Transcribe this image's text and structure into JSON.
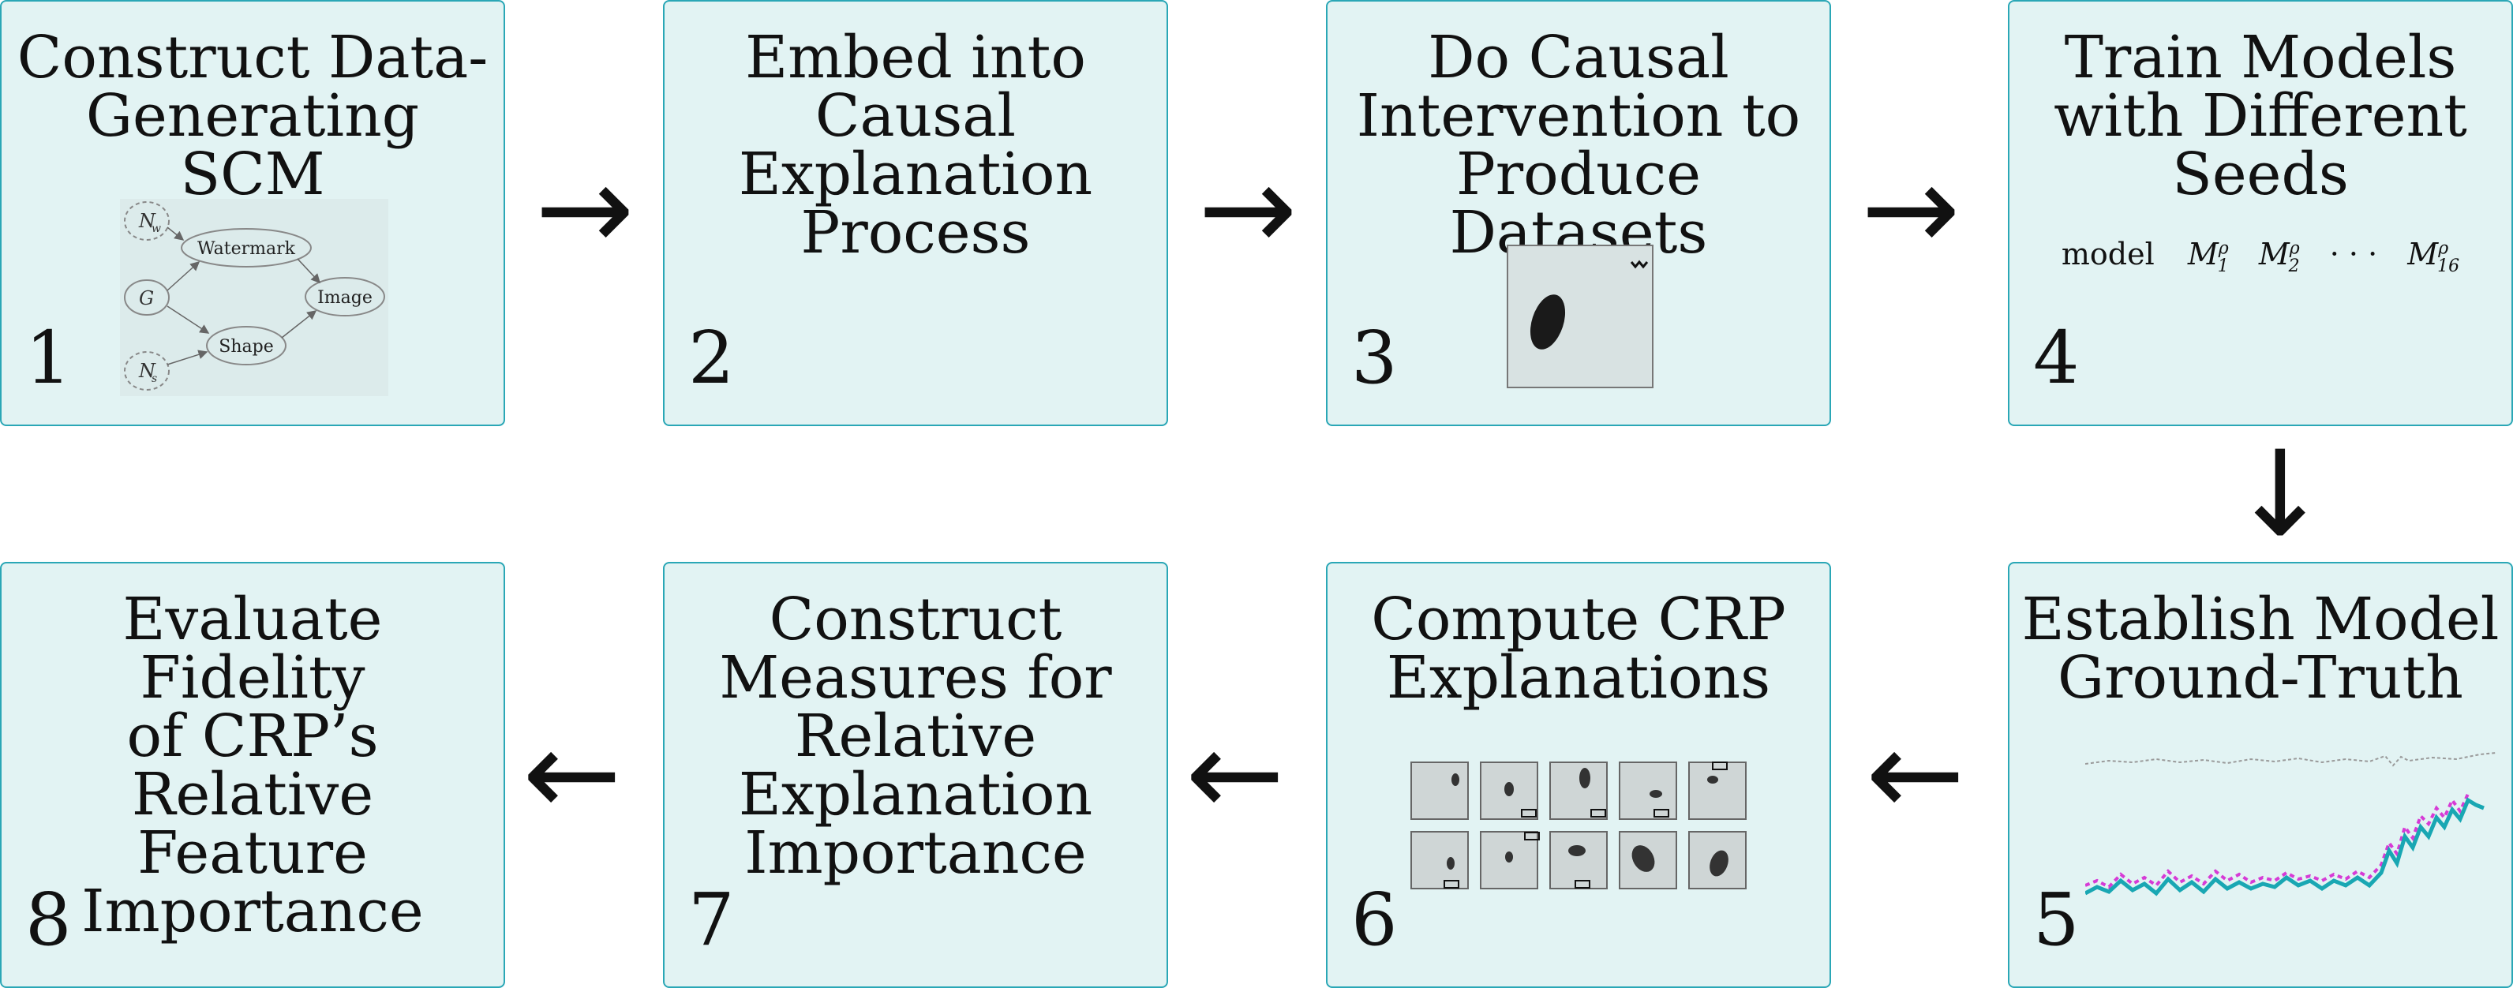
{
  "steps": [
    {
      "title": "Construct Data-\nGenerating SCM",
      "number": "1"
    },
    {
      "title": "Embed into\nCausal\nExplanation\nProcess",
      "number": "2"
    },
    {
      "title": "Do Causal\nIntervention to\nProduce Datasets",
      "number": "3"
    },
    {
      "title": "Train Models\nwith Different\nSeeds",
      "number": "4"
    },
    {
      "title": "Establish Model\nGround-Truth",
      "number": "5"
    },
    {
      "title": "Compute CRP\nExplanations",
      "number": "6"
    },
    {
      "title": "Construct\nMeasures for\nRelative\nExplanation\nImportance",
      "number": "7"
    },
    {
      "title": "Evaluate Fidelity\nof CRP’s Relative\nFeature\nImportance",
      "number": "8"
    }
  ],
  "scm": {
    "nodes": {
      "nw": "N",
      "nw_sub": "w",
      "g": "G",
      "ns": "N",
      "ns_sub": "s",
      "watermark": "Watermark",
      "shape": "Shape",
      "image": "Image"
    }
  },
  "models": {
    "label": "model",
    "m": "M",
    "sup": "ρ",
    "sub1": "1",
    "sub2": "2",
    "dots": "· · ·",
    "sub16": "16"
  },
  "arrows": {
    "right": "→",
    "down": "↓",
    "left": "←"
  },
  "colors": {
    "box_fill": "#e2f3f3",
    "box_border": "#2aa7b6",
    "line_teal": "#19a7b3",
    "line_magenta": "#d63bd6",
    "line_gray": "#9a9a9a"
  }
}
